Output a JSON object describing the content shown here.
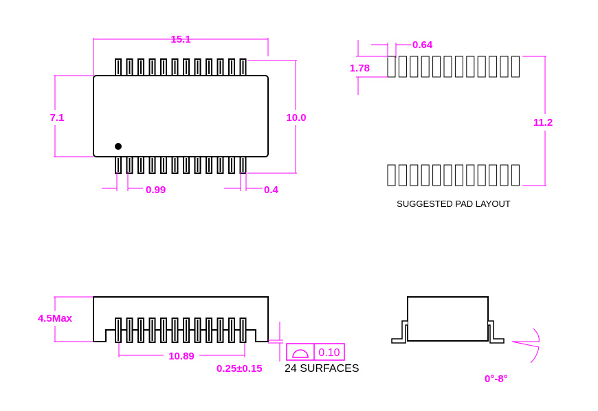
{
  "colors": {
    "dimension": "#ff00ff",
    "outline": "#000000",
    "background": "#ffffff"
  },
  "top_view": {
    "width_label": "15.1",
    "body_height_label": "7.1",
    "overall_height_label": "10.0",
    "pitch_label": "0.99",
    "lead_width_label": "0.4",
    "pins_per_side": 12
  },
  "pad_layout": {
    "pad_width_label": "0.64",
    "pad_length_label": "1.78",
    "row_span_label": "11.2",
    "caption": "SUGGESTED PAD LAYOUT",
    "pads_per_row": 12
  },
  "side_view": {
    "height_label": "4.5Max",
    "pin_span_label": "10.89",
    "standoff_label": "0.25±0.15",
    "coplanarity_value": "0.10",
    "coplanarity_note": "24 SURFACES"
  },
  "end_view": {
    "angle_label": "0°-8°"
  }
}
